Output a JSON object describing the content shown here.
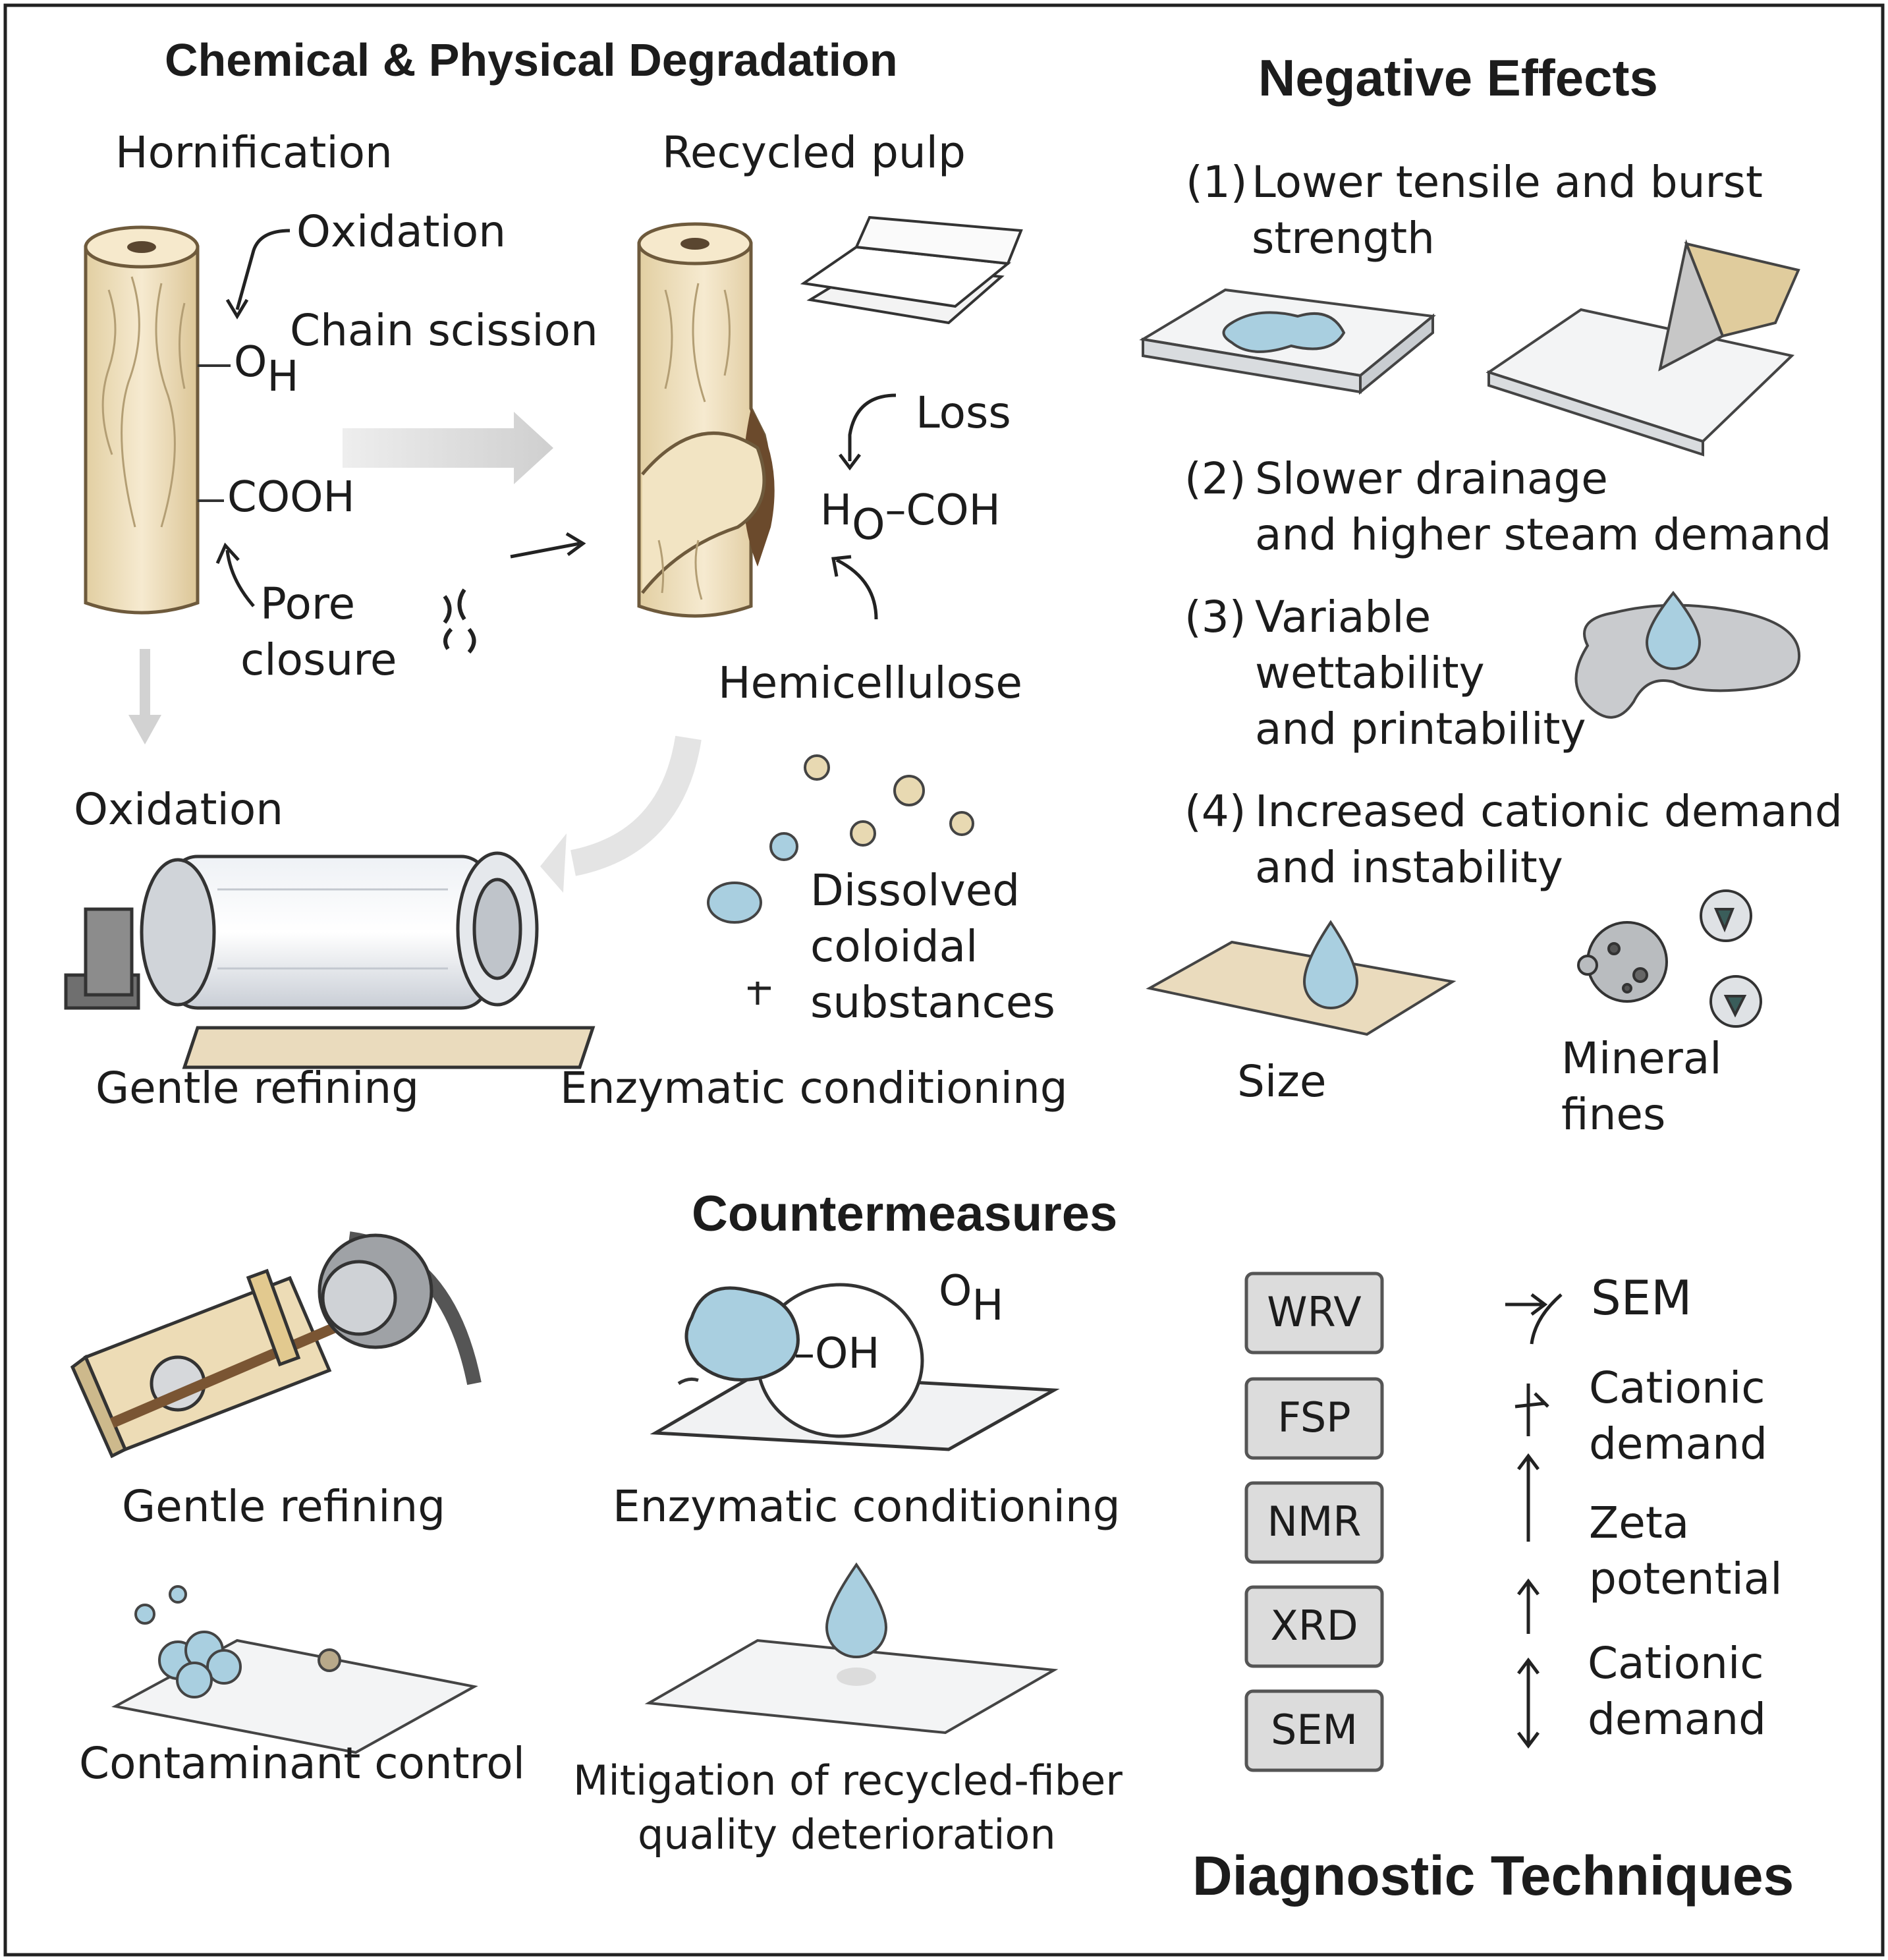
{
  "headings": {
    "degradation": "Chemical & Physical Degradation",
    "effects": "Negative Effects",
    "countermeasures": "Countermeasures",
    "diagnostics": "Diagnostic Techniques"
  },
  "degradation": {
    "hornification": "Hornification",
    "recycled_pulp": "Recycled pulp",
    "oxidation": "Oxidation",
    "chain_scission": "Chain scission",
    "oh_main": "O",
    "oh_sub": "H",
    "cooh": "COOH",
    "pore_closure": [
      "Pore",
      "closure"
    ],
    "loss": "Loss",
    "h_main": "H",
    "h_sub": "O",
    "coh": "–COH",
    "hemicellulose": "Hemicellulose",
    "oxidation_2": "Oxidation",
    "dissolved": [
      "Dissolved",
      "coloidal",
      "substances"
    ],
    "gentle_refining": "Gentle refining",
    "enzymatic_conditioning": "Enzymatic conditioning"
  },
  "effects": {
    "items": [
      {
        "num": "(1)",
        "lines": [
          "Lower tensile and burst",
          "strength"
        ]
      },
      {
        "num": "(2)",
        "lines": [
          "Slower drainage",
          "and higher steam demand"
        ]
      },
      {
        "num": "(3)",
        "lines": [
          "Variable",
          "wettability",
          "and printability"
        ]
      },
      {
        "num": "(4)",
        "lines": [
          "Increased cationic demand",
          "and instability"
        ]
      }
    ],
    "size": "Size",
    "mineral_fines": [
      "Mineral",
      "fines"
    ]
  },
  "countermeasures": {
    "gentle_refining": "Gentle refining",
    "enzymatic_conditioning": "Enzymatic conditioning",
    "oh_label": "–OH",
    "oh_corner_main": "O",
    "oh_corner_sub": "H",
    "contaminant_control": "Contaminant control",
    "mitigation": [
      "Mitigation of recycled-fiber",
      "quality deterioration"
    ]
  },
  "diagnostics": {
    "boxes": [
      "WRV",
      "FSP",
      "NMR",
      "XRD",
      "SEM"
    ],
    "labels": [
      {
        "lines": [
          "SEM"
        ]
      },
      {
        "lines": [
          "Cationic",
          "demand"
        ]
      },
      {
        "lines": [
          "Zeta",
          "potential"
        ]
      },
      {
        "lines": [
          "Cationic",
          "demand"
        ]
      }
    ]
  },
  "colors": {
    "fiber": "#f1e3c2",
    "fiber_stroke": "#8a7350",
    "water_blue": "#a9cfe0",
    "paper": "#eef0f1",
    "gray": "#9a9da1",
    "border": "#222222"
  }
}
